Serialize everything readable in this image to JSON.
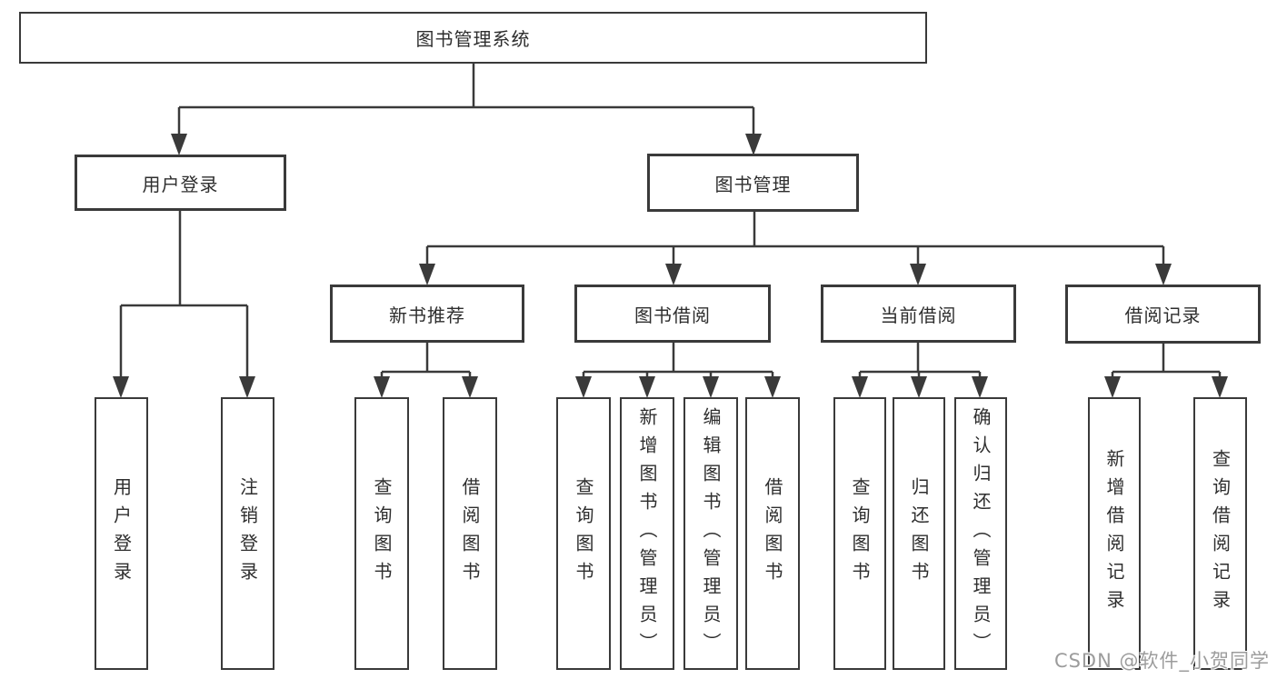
{
  "diagram": {
    "tree": {
      "label": "图书管理系统",
      "children": [
        {
          "label": "用户登录",
          "children": [
            {
              "label": "用户登录"
            },
            {
              "label": "注销登录"
            }
          ]
        },
        {
          "label": "图书管理",
          "children": [
            {
              "label": "新书推荐",
              "children": [
                {
                  "label": "查询图书"
                },
                {
                  "label": "借阅图书"
                }
              ]
            },
            {
              "label": "图书借阅",
              "children": [
                {
                  "label": "查询图书"
                },
                {
                  "label": "新增图书（管理员）"
                },
                {
                  "label": "编辑图书（管理员）"
                },
                {
                  "label": "借阅图书"
                }
              ]
            },
            {
              "label": "当前借阅",
              "children": [
                {
                  "label": "查询图书"
                },
                {
                  "label": "归还图书"
                },
                {
                  "label": "确认归还（管理员）"
                }
              ]
            },
            {
              "label": "借阅记录",
              "children": [
                {
                  "label": "新增借阅记录"
                },
                {
                  "label": "查询借阅记录"
                }
              ]
            }
          ]
        }
      ]
    },
    "colors": {
      "line": "#3a3a3a",
      "box_border": "#3a3a3a",
      "text": "#2e2e2e",
      "background": "#ffffff",
      "watermark": "#9c9c9c"
    }
  },
  "watermark": {
    "text": "CSDN @软件_小贺同学"
  }
}
